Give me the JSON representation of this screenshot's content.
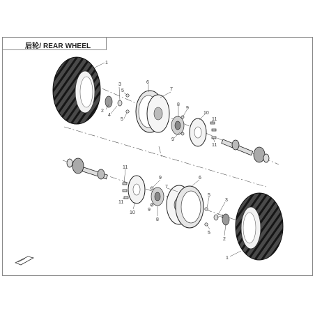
{
  "title": "后轮/ REAR WHEEL",
  "callouts": [
    {
      "id": "1",
      "number": "1"
    },
    {
      "id": "2",
      "number": "2"
    },
    {
      "id": "3",
      "number": "3"
    },
    {
      "id": "4",
      "number": "4"
    },
    {
      "id": "5a",
      "number": "5"
    },
    {
      "id": "5b",
      "number": "5"
    },
    {
      "id": "6",
      "number": "6"
    },
    {
      "id": "7",
      "number": "7"
    },
    {
      "id": "8",
      "number": "8"
    },
    {
      "id": "9a",
      "number": "9"
    },
    {
      "id": "9b",
      "number": "9"
    },
    {
      "id": "10",
      "number": "10"
    },
    {
      "id": "11",
      "number": "11"
    },
    {
      "id": "11b",
      "number": "11"
    },
    {
      "id": "l11a",
      "number": "11"
    },
    {
      "id": "l11b",
      "number": "11"
    },
    {
      "id": "l10",
      "number": "10"
    },
    {
      "id": "l9a",
      "number": "9"
    },
    {
      "id": "l9b",
      "number": "9"
    },
    {
      "id": "l8",
      "number": "8"
    },
    {
      "id": "l7",
      "number": "7"
    },
    {
      "id": "l6",
      "number": "6"
    },
    {
      "id": "l5a",
      "number": "5"
    },
    {
      "id": "l5b",
      "number": "5"
    },
    {
      "id": "l3",
      "number": "3"
    },
    {
      "id": "l4",
      "number": "4"
    },
    {
      "id": "l2",
      "number": "2"
    },
    {
      "id": "l1",
      "number": "1"
    }
  ]
}
